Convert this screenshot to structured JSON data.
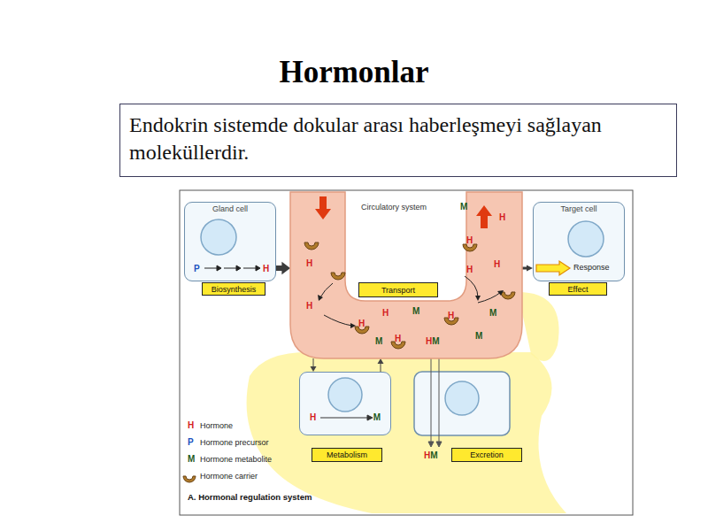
{
  "diagram": {
    "title": "Hormonlar",
    "caption": "A. Hormonal regulation system",
    "nodes": [
      {
        "text": [
          "Endokrin sistemde dokular arası haberleşmeyi sağlayan moleküllerdir."
        ]
      },
      {
        "text": [
          "Gland cell"
        ]
      },
      {
        "text": [
          "Biosynthesis"
        ]
      },
      {
        "text": [
          "Circulatory system"
        ]
      },
      {
        "text": [
          "Transport"
        ],
        "in": 3
      },
      {
        "text": [
          "Target cell"
        ]
      },
      {
        "text": [
          "Effect"
        ]
      },
      {
        "text": [
          "H",
          "M"
        ]
      },
      {
        "text": [
          "Metabolism"
        ]
      },
      {
        "text": [
          "Excretion"
        ]
      }
    ],
    "edges": [
      {
        "from": 1,
        "to": 3,
        "arrow": "to"
      },
      {
        "from": 3,
        "to": 5,
        "arrow": "to"
      },
      {
        "from": 3,
        "to": 7,
        "arrow": "to"
      },
      {
        "from": 7,
        "to": 3,
        "arrow": "to"
      }
    ],
    "labels": [
      "M",
      "H",
      "H",
      "H",
      "H",
      "H",
      "H",
      "H",
      "H",
      "M",
      "H",
      "M",
      "M",
      "H",
      "HM",
      "M",
      "P",
      "H",
      "Response",
      "HM",
      "H",
      "P",
      "M"
    ],
    "legend": [
      {
        "text": "Hormone"
      },
      {
        "text": "Hormone precursor"
      },
      {
        "text": "Hormone metabolite"
      },
      {
        "text": "Hormone carrier"
      }
    ]
  }
}
